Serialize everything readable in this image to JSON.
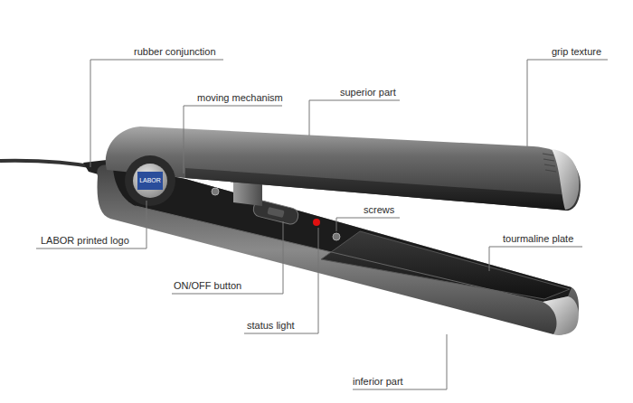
{
  "diagram": {
    "labels": [
      "rubber conjunction",
      "moving mechanism",
      "superior part",
      "grip texture",
      "screws",
      "LABOR",
      "LABOR printed logo",
      "tourmaline plate",
      "ON/OFF button",
      "status light",
      "inferior part"
    ]
  }
}
